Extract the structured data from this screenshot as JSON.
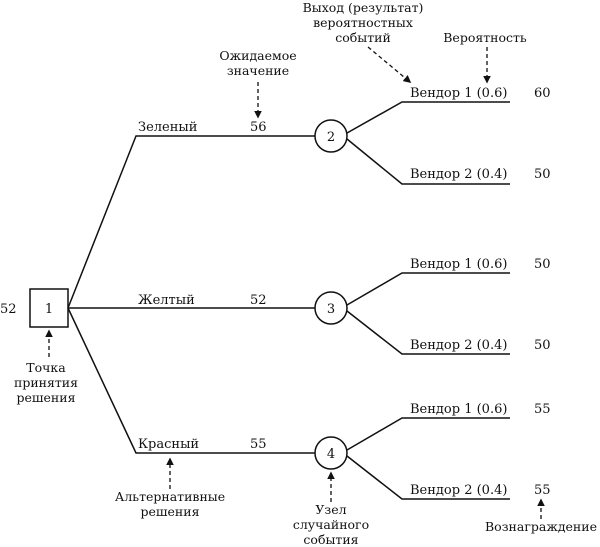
{
  "decision_node": {
    "label": "1",
    "value": "52"
  },
  "alternatives": [
    {
      "name": "Зеленый",
      "expected": "56",
      "chance_node": "2",
      "outcomes": [
        {
          "label": "Вендор 1 (0.6)",
          "payoff": "60"
        },
        {
          "label": "Вендор 2 (0.4)",
          "payoff": "50"
        }
      ]
    },
    {
      "name": "Желтый",
      "expected": "52",
      "chance_node": "3",
      "outcomes": [
        {
          "label": "Вендор 1 (0.6)",
          "payoff": "50"
        },
        {
          "label": "Вендор 2 (0.4)",
          "payoff": "50"
        }
      ]
    },
    {
      "name": "Красный",
      "expected": "55",
      "chance_node": "4",
      "outcomes": [
        {
          "label": "Вендор 1 (0.6)",
          "payoff": "55"
        },
        {
          "label": "Вендор 2 (0.4)",
          "payoff": "55"
        }
      ]
    }
  ],
  "annotations": {
    "outcome": [
      "Выход (результат)",
      "вероятностных",
      "событий"
    ],
    "probability": [
      "Вероятность"
    ],
    "expected_value": [
      "Ожидаемое",
      "значение"
    ],
    "decision_point": [
      "Точка",
      "принятия",
      "решения"
    ],
    "alternatives": [
      "Альтернативные",
      "решения"
    ],
    "chance_node": [
      "Узел",
      "случайного",
      "события"
    ],
    "reward": [
      "Вознаграждение"
    ]
  }
}
